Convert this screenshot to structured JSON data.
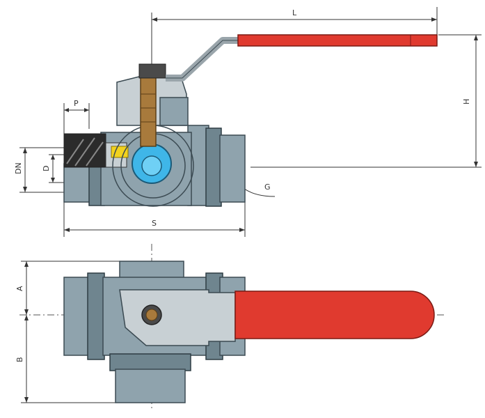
{
  "colors": {
    "body": "#8fa3ad",
    "body_dark": "#6f858f",
    "handle": "#e03a2f",
    "ball": "#3fb6e8",
    "seat": "#f2d21e",
    "stem": "#a87a3c",
    "cap": "#c8d0d4",
    "background": "#ffffff"
  },
  "labels": {
    "L": "L",
    "H": "H",
    "P": "P",
    "DN": "DN",
    "D": "D",
    "S": "S",
    "G": "G",
    "A": "A",
    "B": "B"
  },
  "icons": {
    "handle": "lever-handle-icon",
    "ball": "ball-icon"
  }
}
